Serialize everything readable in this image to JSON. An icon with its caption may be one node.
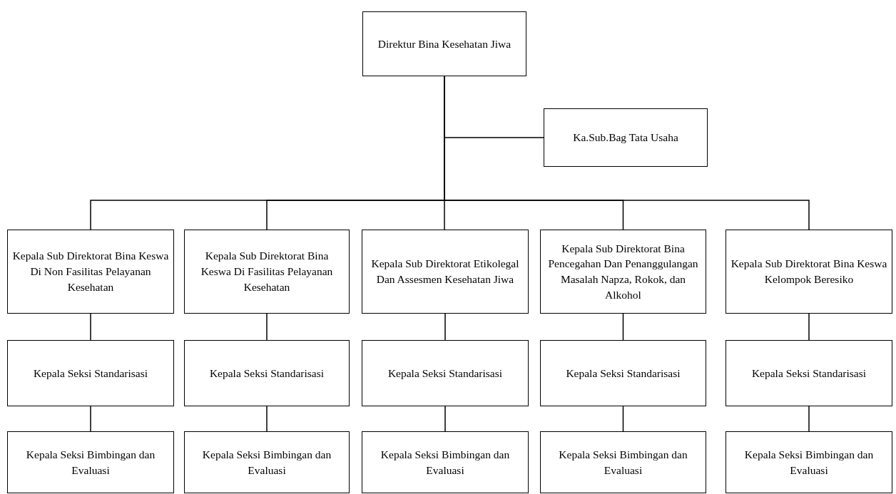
{
  "diagram": {
    "nodes": [
      {
        "text": [
          "Direktur Bina Kesehatan Jiwa"
        ]
      },
      {
        "text": [
          "Ka.Sub.Bag Tata Usaha"
        ]
      },
      {
        "text": [
          "Kepala Sub Direktorat Bina Keswa Di Non Fasilitas Pelayanan Kesehatan"
        ]
      },
      {
        "text": [
          "Kepala Sub Direktorat Bina Keswa Di Fasilitas Pelayanan Kesehatan"
        ]
      },
      {
        "text": [
          "Kepala Sub Direktorat Etikolegal Dan Assesmen Kesehatan Jiwa"
        ]
      },
      {
        "text": [
          "Kepala Sub Direktorat Bina Pencegahan Dan Penanggulangan Masalah Napza, Rokok, dan Alkohol"
        ]
      },
      {
        "text": [
          "Kepala Sub Direktorat Bina Keswa Kelompok Beresiko"
        ]
      },
      {
        "text": [
          "Kepala Seksi Standarisasi"
        ]
      },
      {
        "text": [
          "Kepala Seksi Standarisasi"
        ]
      },
      {
        "text": [
          "Kepala Seksi Standarisasi"
        ]
      },
      {
        "text": [
          "Kepala Seksi Standarisasi"
        ]
      },
      {
        "text": [
          "Kepala Seksi Standarisasi"
        ]
      },
      {
        "text": [
          "Kepala Seksi Bimbingan dan Evaluasi"
        ]
      },
      {
        "text": [
          "Kepala Seksi Bimbingan dan Evaluasi"
        ]
      },
      {
        "text": [
          "Kepala Seksi Bimbingan dan Evaluasi"
        ]
      },
      {
        "text": [
          "Kepala Seksi Bimbingan dan Evaluasi"
        ]
      },
      {
        "text": [
          "Kepala Seksi Bimbingan dan Evaluasi"
        ]
      }
    ],
    "edges": [
      {
        "from": 0,
        "to": 1,
        "arrow": "none"
      },
      {
        "from": 0,
        "to": 2,
        "arrow": "none"
      },
      {
        "from": 0,
        "to": 3,
        "arrow": "none"
      },
      {
        "from": 0,
        "to": 4,
        "arrow": "none"
      },
      {
        "from": 0,
        "to": 5,
        "arrow": "none"
      },
      {
        "from": 0,
        "to": 6,
        "arrow": "none"
      },
      {
        "from": 2,
        "to": 7,
        "arrow": "none"
      },
      {
        "from": 3,
        "to": 8,
        "arrow": "none"
      },
      {
        "from": 4,
        "to": 9,
        "arrow": "none"
      },
      {
        "from": 5,
        "to": 10,
        "arrow": "none"
      },
      {
        "from": 6,
        "to": 11,
        "arrow": "none"
      },
      {
        "from": 7,
        "to": 12,
        "arrow": "none"
      },
      {
        "from": 8,
        "to": 13,
        "arrow": "none"
      },
      {
        "from": 9,
        "to": 14,
        "arrow": "none"
      },
      {
        "from": 10,
        "to": 15,
        "arrow": "none"
      },
      {
        "from": 11,
        "to": 16,
        "arrow": "none"
      }
    ]
  }
}
